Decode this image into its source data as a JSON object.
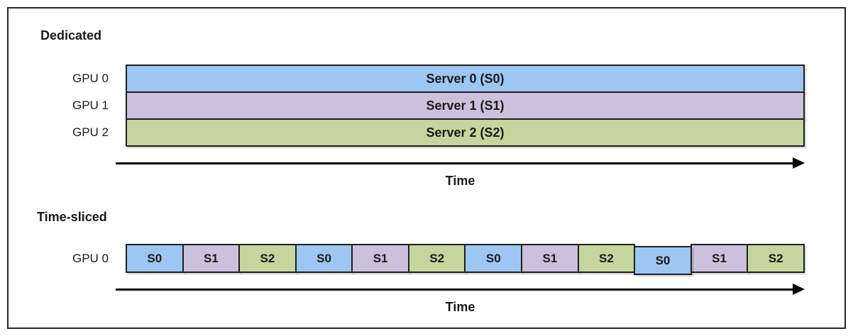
{
  "colors": {
    "s0_fill": "#9DC6F2",
    "s1_fill": "#CBC1DC",
    "s2_fill": "#C4D69E",
    "block_border": "#1F1F1F",
    "frame_border": "#262626",
    "arrow": "#000000",
    "background": "#FFFFFF",
    "text": "#1A1A1A"
  },
  "dedicated": {
    "title": "Dedicated",
    "rows": [
      {
        "gpu": "GPU 0",
        "label": "Server 0 (S0)",
        "server": "S0"
      },
      {
        "gpu": "GPU 1",
        "label": "Server 1 (S1)",
        "server": "S1"
      },
      {
        "gpu": "GPU 2",
        "label": "Server 2 (S2)",
        "server": "S2"
      }
    ],
    "axis_label": "Time"
  },
  "timesliced": {
    "title": "Time-sliced",
    "gpu": "GPU 0",
    "slices": [
      {
        "label": "S0"
      },
      {
        "label": "S1"
      },
      {
        "label": "S2"
      },
      {
        "label": "S0"
      },
      {
        "label": "S1"
      },
      {
        "label": "S2"
      },
      {
        "label": "S0"
      },
      {
        "label": "S1"
      },
      {
        "label": "S2"
      },
      {
        "label": "S0"
      },
      {
        "label": "S1"
      },
      {
        "label": "S2"
      }
    ],
    "axis_label": "Time"
  }
}
